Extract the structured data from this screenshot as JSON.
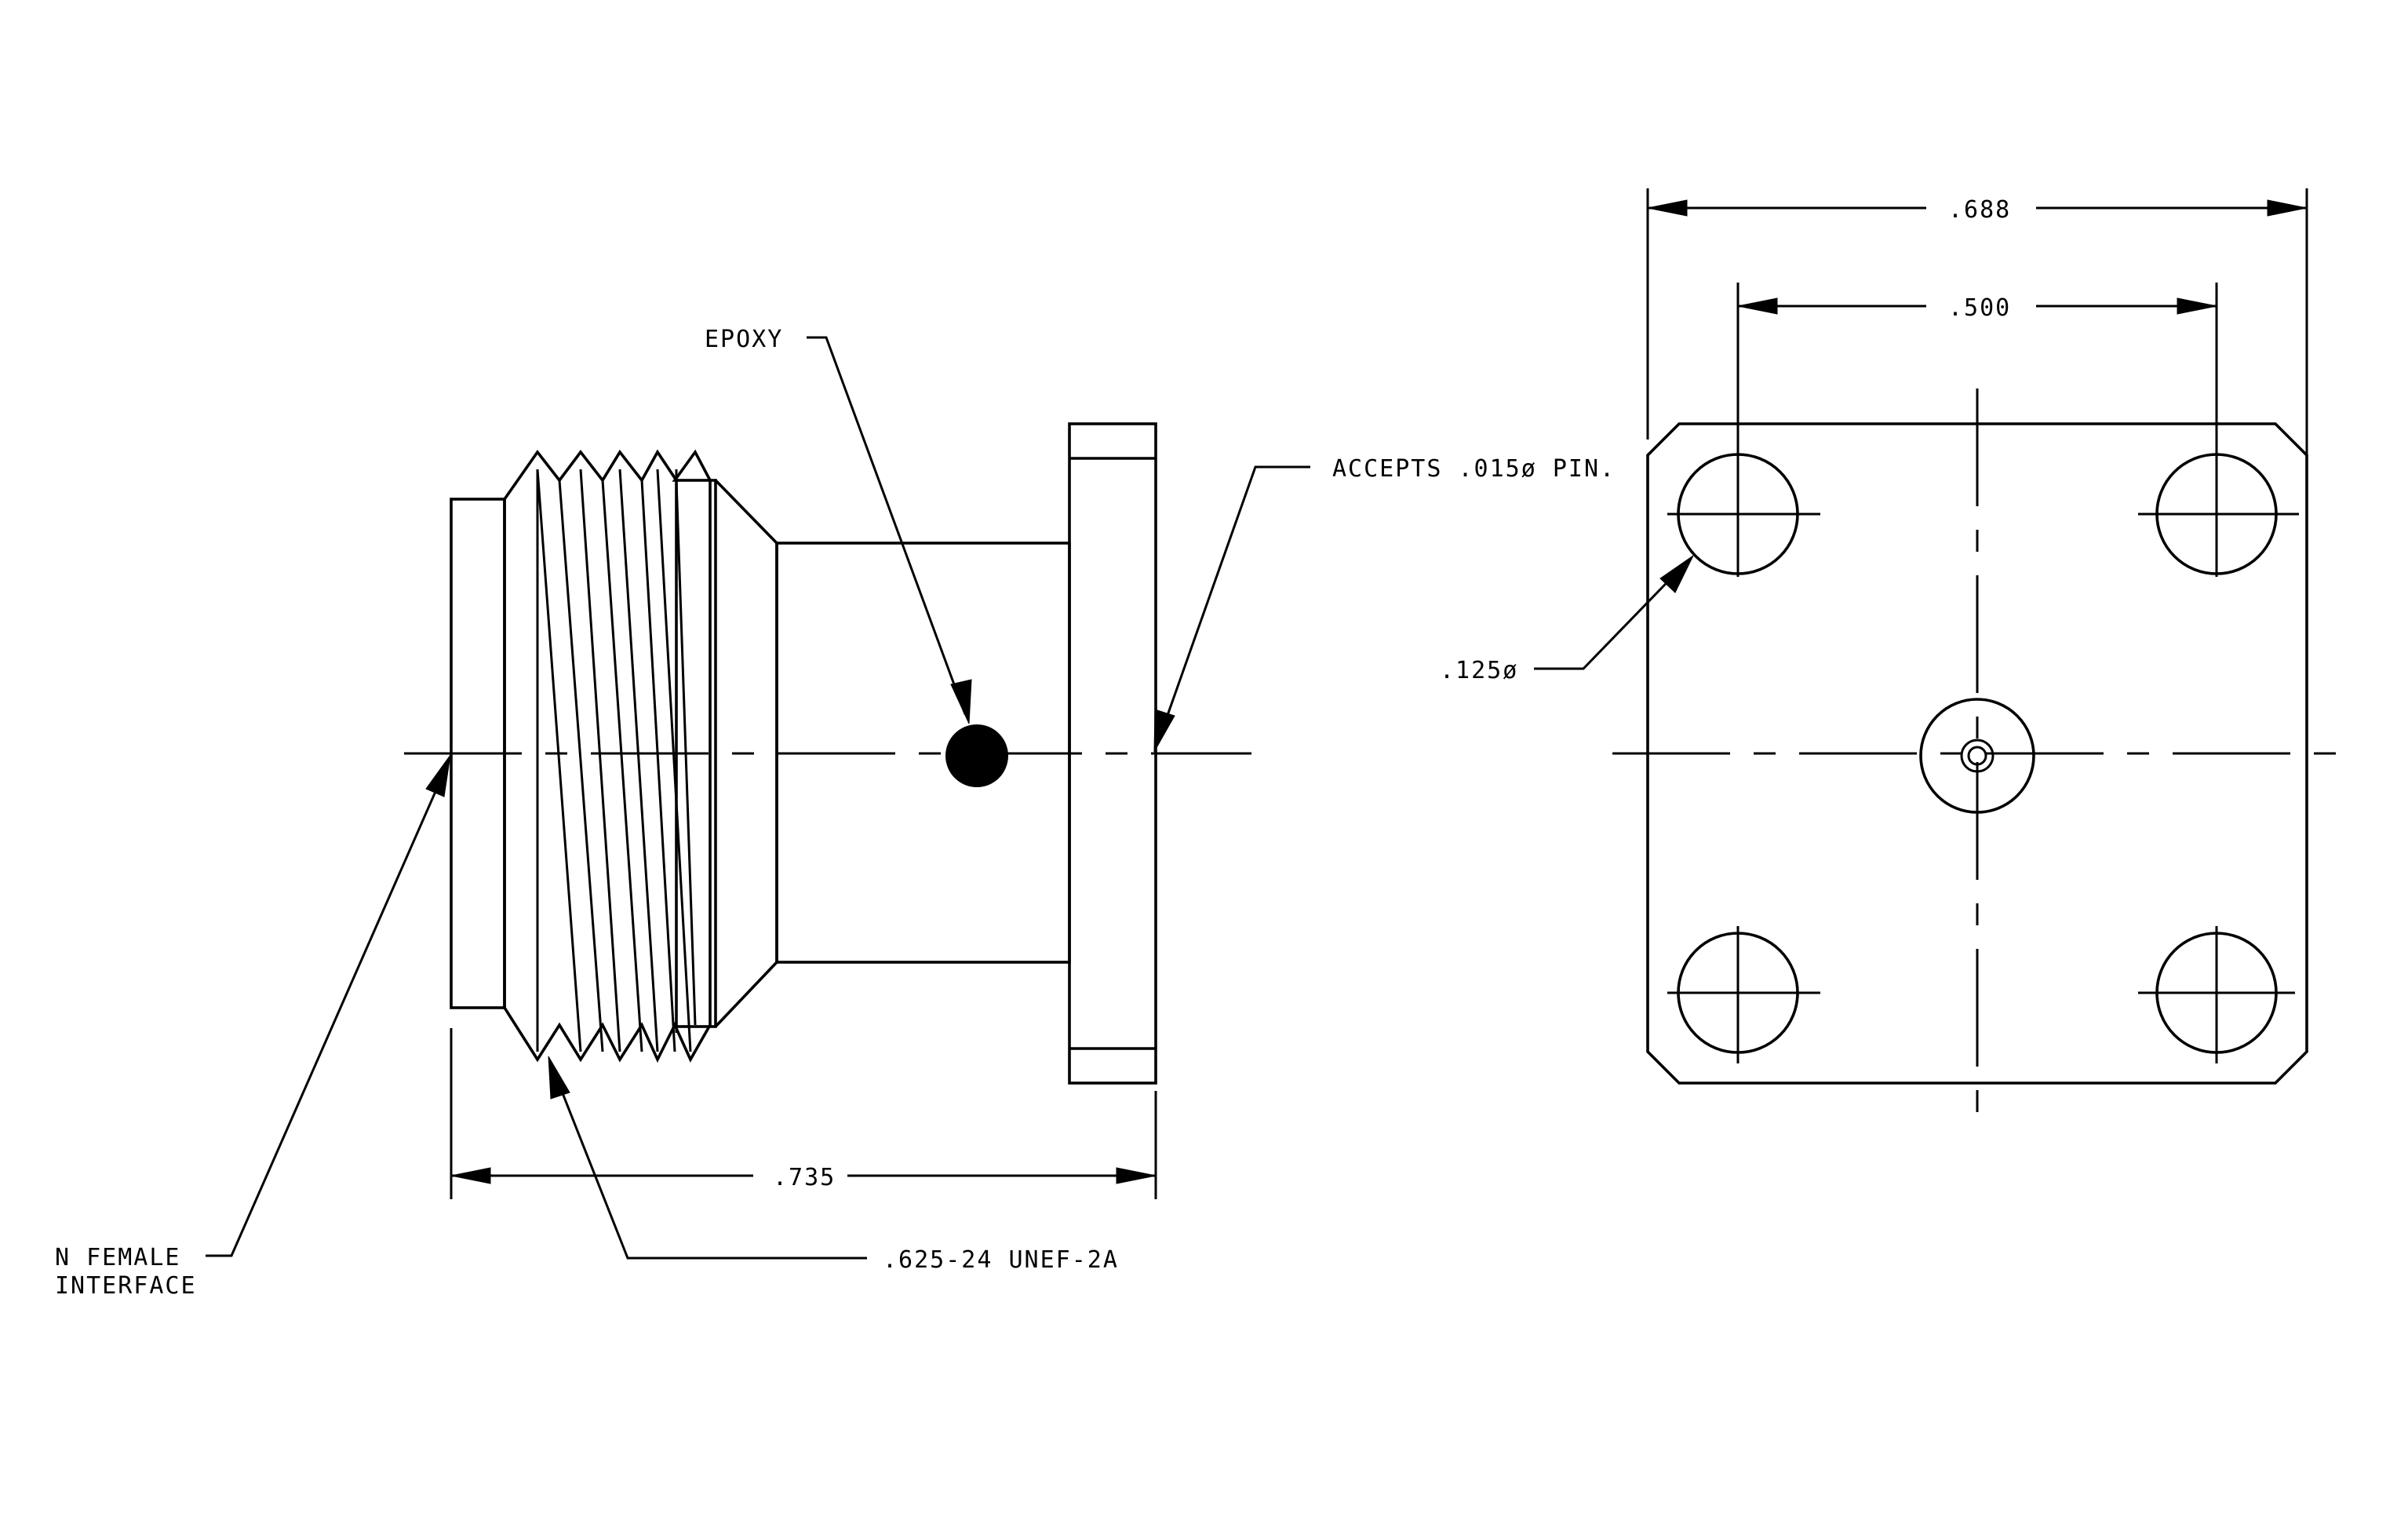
{
  "labels": {
    "epoxy": "EPOXY",
    "accepts_pin": "ACCEPTS .015ø PIN.",
    "hole_dia": ".125ø",
    "overall_width": ".688",
    "hole_spacing": ".500",
    "length": ".735",
    "interface_line1": "N FEMALE",
    "interface_line2": "INTERFACE",
    "thread": ".625-24 UNEF-2A"
  }
}
